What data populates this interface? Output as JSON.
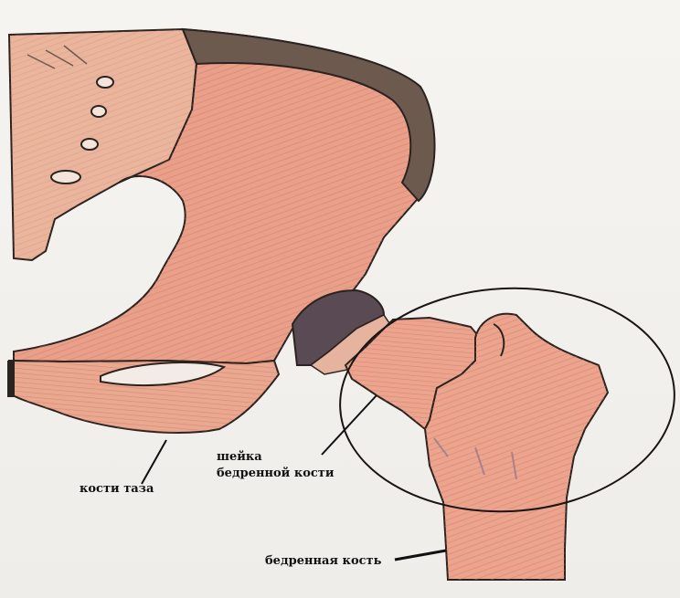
{
  "labels": {
    "pelvis": "кости таза",
    "neck_line1": "шейка",
    "neck_line2": "бедренной кости",
    "femur": "бедренная кость"
  },
  "colors": {
    "bone_fill": "#e9a08a",
    "bone_stroke": "#2b2320",
    "cartilage": "#6c5a4f",
    "paper": "#f3f1ee"
  }
}
